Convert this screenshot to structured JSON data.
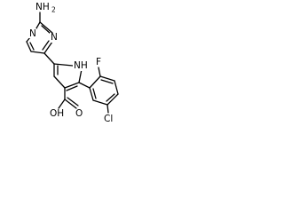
{
  "molecule": {
    "atoms": {
      "amine": "NH",
      "amine_subscript": "2",
      "pyrimidine_n_top": "N",
      "pyrimidine_n_bottom": "N",
      "pyrrole_nh": "NH",
      "fluorine": "F",
      "chlorine": "Cl",
      "hydroxyl": "OH",
      "carbonyl_o": "O"
    }
  }
}
